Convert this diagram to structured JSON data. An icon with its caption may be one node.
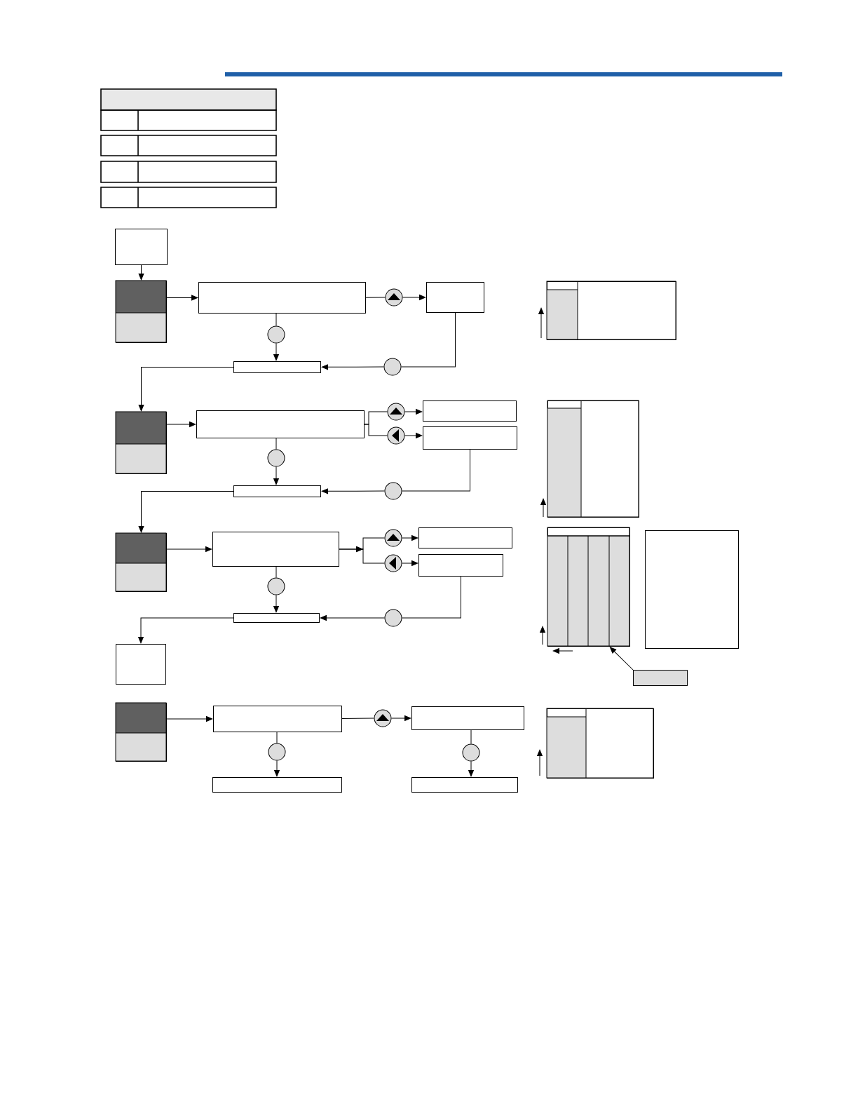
{
  "diagram": {
    "nodes": [
      {
        "text": [],
        "shape": "box"
      },
      {
        "text": [],
        "shape": "box"
      },
      {
        "text": [],
        "shape": "box"
      },
      {
        "text": [],
        "shape": "circle"
      },
      {
        "text": [],
        "shape": "box"
      },
      {
        "text": [],
        "shape": "circle"
      },
      {
        "text": [],
        "shape": "box"
      },
      {
        "text": [],
        "shape": "circle"
      },
      {
        "text": [],
        "shape": "box"
      },
      {
        "text": [],
        "shape": "box"
      },
      {
        "text": [],
        "shape": "circle"
      },
      {
        "text": [],
        "shape": "box"
      },
      {
        "text": [],
        "shape": "circle"
      },
      {
        "text": [],
        "shape": "box"
      },
      {
        "text": [],
        "shape": "circle"
      },
      {
        "text": [],
        "shape": "box"
      },
      {
        "text": [],
        "shape": "circle"
      },
      {
        "text": [],
        "shape": "box"
      },
      {
        "text": [],
        "shape": "box"
      },
      {
        "text": [],
        "shape": "circle"
      },
      {
        "text": [],
        "shape": "box"
      },
      {
        "text": [],
        "shape": "circle"
      },
      {
        "text": [],
        "shape": "box"
      },
      {
        "text": [],
        "shape": "circle"
      },
      {
        "text": [],
        "shape": "box"
      },
      {
        "text": [],
        "shape": "circle"
      },
      {
        "text": [],
        "shape": "box"
      },
      {
        "text": [],
        "shape": "box"
      },
      {
        "text": [],
        "shape": "box"
      },
      {
        "text": [],
        "shape": "circle"
      },
      {
        "text": [],
        "shape": "box"
      },
      {
        "text": [],
        "shape": "circle"
      },
      {
        "text": [],
        "shape": "box"
      },
      {
        "text": [],
        "shape": "circle"
      },
      {
        "text": [],
        "shape": "box"
      },
      {
        "text": [],
        "shape": "box"
      },
      {
        "text": [],
        "shape": "box"
      },
      {
        "text": [],
        "shape": "box"
      },
      {
        "text": [],
        "shape": "box"
      },
      {
        "text": [],
        "shape": "box"
      },
      {
        "text": [],
        "shape": "box"
      }
    ],
    "edges": [
      {
        "from": 0,
        "to": 1,
        "arrow": "to"
      },
      {
        "from": 1,
        "to": 2,
        "arrow": "to"
      },
      {
        "from": 2,
        "to": 3,
        "arrow": "none"
      },
      {
        "from": 3,
        "to": 4,
        "arrow": "to"
      },
      {
        "from": 2,
        "to": 5,
        "arrow": "none"
      },
      {
        "from": 5,
        "to": 6,
        "arrow": "to"
      },
      {
        "from": 4,
        "to": 7,
        "arrow": "none"
      },
      {
        "from": 7,
        "to": 6,
        "arrow": "to"
      },
      {
        "from": 6,
        "to": 8,
        "arrow": "to"
      },
      {
        "from": 8,
        "to": 9,
        "arrow": "to"
      },
      {
        "from": 9,
        "to": 10,
        "arrow": "none"
      },
      {
        "from": 9,
        "to": 12,
        "arrow": "none"
      },
      {
        "from": 10,
        "to": 11,
        "arrow": "to"
      },
      {
        "from": 12,
        "to": 13,
        "arrow": "to"
      },
      {
        "from": 9,
        "to": 14,
        "arrow": "none"
      },
      {
        "from": 14,
        "to": 15,
        "arrow": "to"
      },
      {
        "from": 13,
        "to": 16,
        "arrow": "none"
      },
      {
        "from": 16,
        "to": 15,
        "arrow": "to"
      },
      {
        "from": 15,
        "to": 17,
        "arrow": "to"
      },
      {
        "from": 17,
        "to": 18,
        "arrow": "to"
      },
      {
        "from": 18,
        "to": 19,
        "arrow": "to"
      },
      {
        "from": 18,
        "to": 21,
        "arrow": "to"
      },
      {
        "from": 19,
        "to": 20,
        "arrow": "to"
      },
      {
        "from": 21,
        "to": 22,
        "arrow": "to"
      },
      {
        "from": 18,
        "to": 23,
        "arrow": "none"
      },
      {
        "from": 23,
        "to": 24,
        "arrow": "to"
      },
      {
        "from": 22,
        "to": 25,
        "arrow": "none"
      },
      {
        "from": 25,
        "to": 24,
        "arrow": "to"
      },
      {
        "from": 24,
        "to": 26,
        "arrow": "to"
      },
      {
        "from": 27,
        "to": 28,
        "arrow": "to"
      },
      {
        "from": 28,
        "to": 29,
        "arrow": "none"
      },
      {
        "from": 29,
        "to": 30,
        "arrow": "to"
      },
      {
        "from": 28,
        "to": 31,
        "arrow": "none"
      },
      {
        "from": 31,
        "to": 32,
        "arrow": "to"
      },
      {
        "from": 30,
        "to": 33,
        "arrow": "none"
      },
      {
        "from": 33,
        "to": 34,
        "arrow": "to"
      },
      {
        "from": 39,
        "to": 37,
        "arrow": "to"
      }
    ]
  }
}
